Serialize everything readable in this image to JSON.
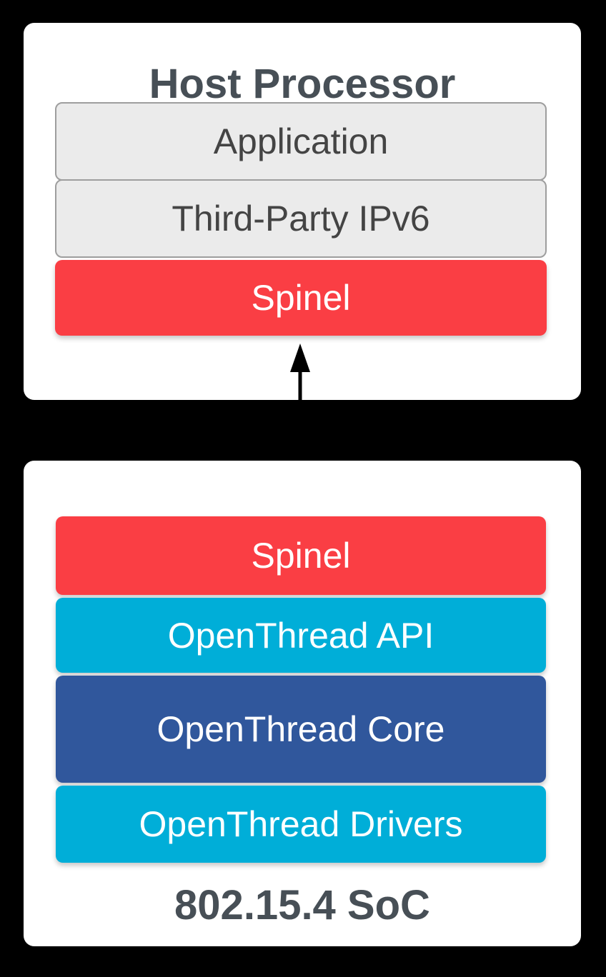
{
  "diagram": {
    "host_card": {
      "title": "Host Processor",
      "layers": [
        {
          "id": "application",
          "label": "Application"
        },
        {
          "id": "third-party-ipv6",
          "label": "Third-Party IPv6"
        },
        {
          "id": "spinel",
          "label": "Spinel"
        }
      ]
    },
    "connector": {
      "type": "double-headed-vertical-arrow",
      "color": "#000000"
    },
    "soc_card": {
      "title": "802.15.4 SoC",
      "layers": [
        {
          "id": "spinel",
          "label": "Spinel"
        },
        {
          "id": "openthread-api",
          "label": "OpenThread API"
        },
        {
          "id": "openthread-core",
          "label": "OpenThread Core"
        },
        {
          "id": "openthread-drivers",
          "label": "OpenThread Drivers"
        }
      ]
    },
    "colors": {
      "background": "#000000",
      "card": "#FFFFFF",
      "red": "#FA3E44",
      "cyan": "#00AED8",
      "blue": "#30579C",
      "gray_fill": "#EBEBEB",
      "gray_border": "#9E9E9E",
      "title_text": "#474F56",
      "gray_label_text": "#444444",
      "white_label_text": "#FFFFFF"
    }
  }
}
